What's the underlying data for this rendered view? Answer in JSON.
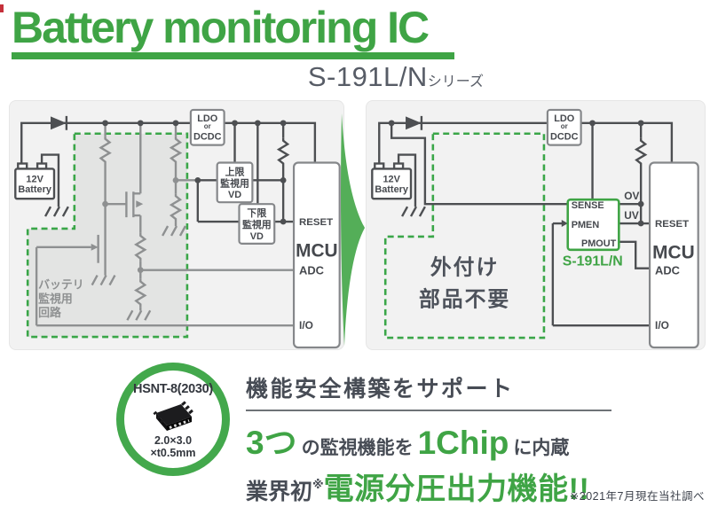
{
  "header": {
    "title": "Battery monitoring IC",
    "series_name": "S-191L/N",
    "series_suffix": "シリーズ"
  },
  "colors": {
    "brand_green": "#3fa445",
    "arrow_green": "#54ae58",
    "dark_text": "#474c55",
    "circuit_dark": "#4d4f52",
    "circuit_gray": "#8e9091",
    "panel_bg": "#f2f2f2"
  },
  "left_diagram": {
    "battery_line1": "12V",
    "battery_line2": "Battery",
    "ldo_line1": "LDO",
    "ldo_line2": "or",
    "ldo_line3": "DCDC",
    "upper_vd_line1": "上限",
    "upper_vd_line2": "監視用",
    "upper_vd_line3": "VD",
    "lower_vd_line1": "下限",
    "lower_vd_line2": "監視用",
    "lower_vd_line3": "VD",
    "mcu_reset": "RESET",
    "mcu_name": "MCU",
    "mcu_adc": "ADC",
    "mcu_io": "I/O",
    "monitor_label_line1": "バッテリ",
    "monitor_label_line2": "監視用",
    "monitor_label_line3": "回路"
  },
  "right_diagram": {
    "battery_line1": "12V",
    "battery_line2": "Battery",
    "ldo_line1": "LDO",
    "ldo_line2": "or",
    "ldo_line3": "DCDC",
    "pin_sense": "SENSE",
    "pin_pmen": "PMEN",
    "pin_pmout": "PMOUT",
    "out_ov": "OV",
    "out_uv": "UV",
    "ic_name": "S-191L/N",
    "mcu_reset": "RESET",
    "mcu_name": "MCU",
    "mcu_adc": "ADC",
    "mcu_io": "I/O",
    "no_external_line1": "外付け",
    "no_external_line2": "部品不要"
  },
  "features": {
    "package_name": "HSNT-8(2030)",
    "package_size1": "2.0×3.0",
    "package_size2": "×t0.5mm",
    "headline": "機能安全構築をサポート",
    "line2_em1": "3つ",
    "line2_t1": "の監視機能を",
    "line2_em2": "1Chip",
    "line2_t2": "に内蔵",
    "line3_prefix": "業界初",
    "line3_ref": "※",
    "line3_main": "電源分圧出力機能!!",
    "footnote": "※2021年7月現在当社調べ"
  }
}
